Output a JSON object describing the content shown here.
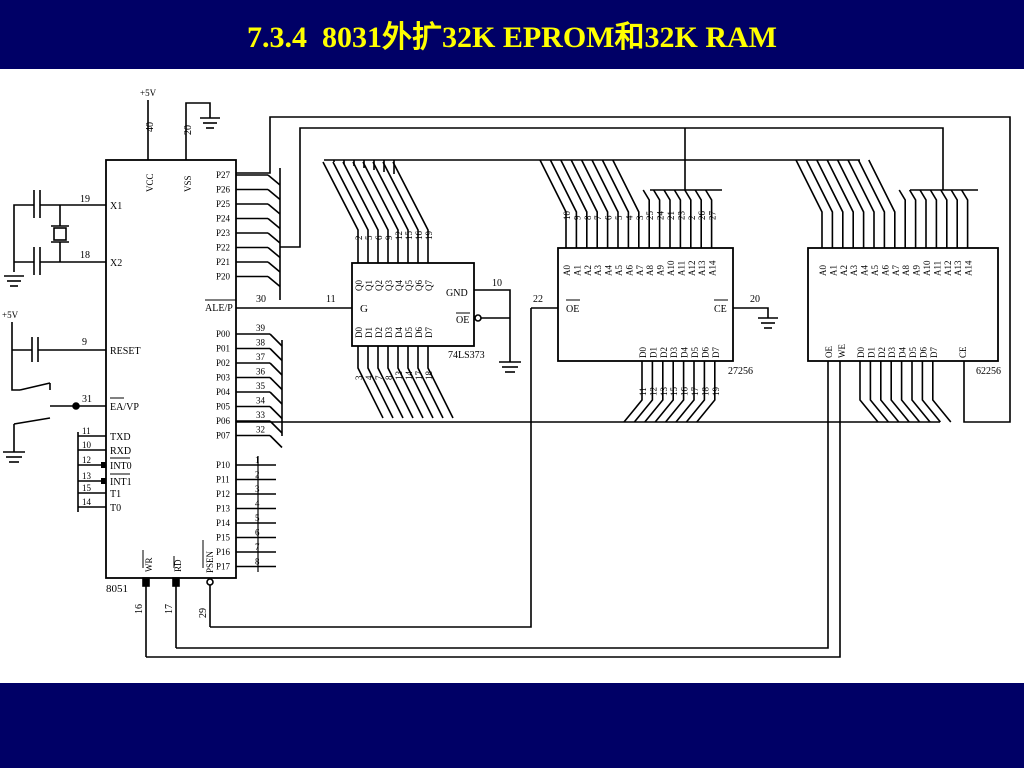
{
  "slide": {
    "title": "7.3.4  8031外扩32K EPROM和32K RAM",
    "title_color": "#FFFF00",
    "background_color": "#000066",
    "panel_color": "#FFFFFF"
  },
  "schematic": {
    "power": {
      "plus5v_a": "+5V",
      "plus5v_b": "+5V"
    },
    "mcu": {
      "name": "8051",
      "top_pins": [
        {
          "label": "VCC",
          "num": "40"
        },
        {
          "label": "VSS",
          "num": "20"
        }
      ],
      "left_pins": [
        {
          "label": "X1",
          "num": "19"
        },
        {
          "label": "X2",
          "num": "18"
        },
        {
          "label": "RESET",
          "num": "9"
        },
        {
          "label": "EA/VP",
          "num": "31"
        },
        {
          "label": "TXD",
          "num": "11"
        },
        {
          "label": "RXD",
          "num": "10"
        },
        {
          "label": "INT0",
          "num": "12"
        },
        {
          "label": "INT1",
          "num": "13"
        },
        {
          "label": "T1",
          "num": "15"
        },
        {
          "label": "T0",
          "num": "14"
        }
      ],
      "p2_pins": [
        "P27",
        "P26",
        "P25",
        "P24",
        "P23",
        "P22",
        "P21",
        "P20"
      ],
      "ale": {
        "label": "ALE/P",
        "num": "30"
      },
      "p0_pins": [
        "P00",
        "P01",
        "P02",
        "P03",
        "P04",
        "P05",
        "P06",
        "P07"
      ],
      "p0_nums": [
        "39",
        "38",
        "37",
        "36",
        "35",
        "34",
        "33",
        "32"
      ],
      "p1_pins": [
        "P10",
        "P11",
        "P12",
        "P13",
        "P14",
        "P15",
        "P16",
        "P17"
      ],
      "p1_nums": [
        "1",
        "2",
        "3",
        "4",
        "5",
        "6",
        "7",
        "8"
      ],
      "bottom_pins": [
        {
          "label": "WR",
          "num": "16"
        },
        {
          "label": "RD",
          "num": "17"
        },
        {
          "label": "PSEN",
          "num": "29"
        }
      ]
    },
    "latch": {
      "name": "74LS373",
      "q_pins": [
        "Q0",
        "Q1",
        "Q2",
        "Q3",
        "Q4",
        "Q5",
        "Q6",
        "Q7"
      ],
      "q_nums": [
        "2",
        "5",
        "6",
        "9",
        "12",
        "15",
        "16",
        "19"
      ],
      "d_pins": [
        "D0",
        "D1",
        "D2",
        "D3",
        "D4",
        "D5",
        "D6",
        "D7"
      ],
      "d_nums": [
        "3",
        "4",
        "7",
        "8",
        "13",
        "14",
        "17",
        "18"
      ],
      "g": {
        "label": "G",
        "num": "11"
      },
      "gnd": {
        "label": "GND",
        "num": "10"
      },
      "oe": {
        "label": "OE"
      }
    },
    "eprom": {
      "name": "27256",
      "addr_pins": [
        "A0",
        "A1",
        "A2",
        "A3",
        "A4",
        "A5",
        "A6",
        "A7",
        "A8",
        "A9",
        "A10",
        "A11",
        "A12",
        "A13",
        "A14"
      ],
      "addr_nums_low": [
        "10",
        "9",
        "8",
        "7",
        "6",
        "5",
        "4",
        "3"
      ],
      "addr_nums_high": [
        "25",
        "24",
        "21",
        "23",
        "2",
        "26",
        "27"
      ],
      "data_pins": [
        "D0",
        "D1",
        "D2",
        "D3",
        "D4",
        "D5",
        "D6",
        "D7"
      ],
      "data_nums": [
        "11",
        "12",
        "13",
        "15",
        "16",
        "17",
        "18",
        "19"
      ],
      "oe": {
        "label": "OE",
        "num": "22"
      },
      "ce": {
        "label": "CE",
        "num": "20"
      }
    },
    "ram": {
      "name": "62256",
      "addr_pins": [
        "A0",
        "A1",
        "A2",
        "A3",
        "A4",
        "A5",
        "A6",
        "A7",
        "A8",
        "A9",
        "A10",
        "A11",
        "A12",
        "A13",
        "A14"
      ],
      "data_pins": [
        "D0",
        "D1",
        "D2",
        "D3",
        "D4",
        "D5",
        "D6",
        "D7"
      ],
      "oe": {
        "label": "OE"
      },
      "we": {
        "label": "WE"
      },
      "ce": {
        "label": "CE"
      }
    }
  }
}
